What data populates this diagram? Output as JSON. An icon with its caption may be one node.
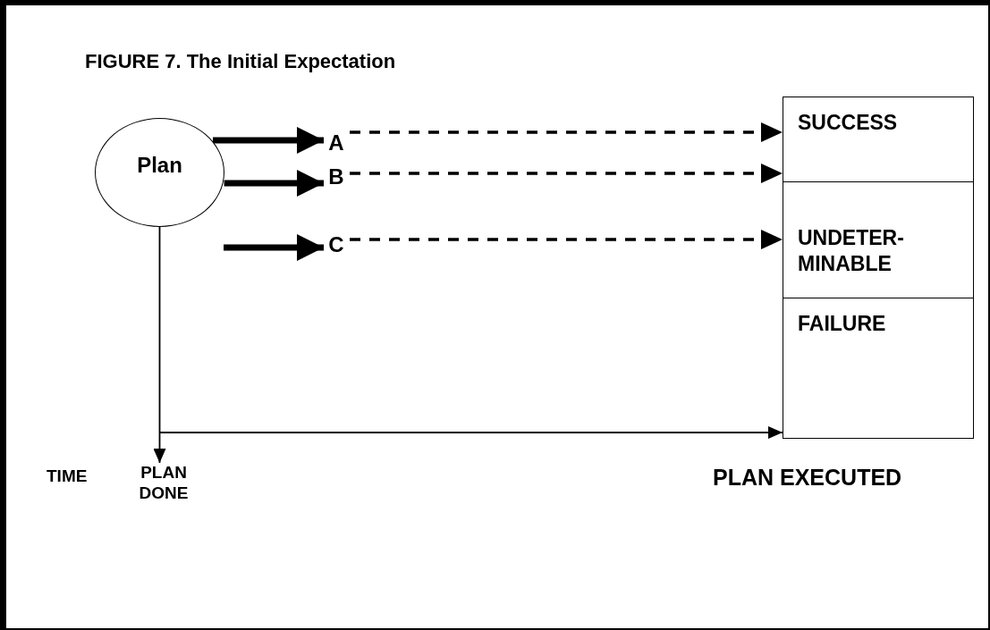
{
  "diagram": {
    "title": "FIGURE 7. The Initial Expectation",
    "nodes": [
      {
        "text": [
          "Plan"
        ]
      },
      {
        "text": [
          "A"
        ]
      },
      {
        "text": [
          "B"
        ]
      },
      {
        "text": [
          "C"
        ]
      },
      {
        "text": [
          "SUCCESS"
        ]
      },
      {
        "text": [
          "UNDETER- MINABLE"
        ]
      },
      {
        "text": [
          "FAILURE"
        ]
      },
      {
        "text": [
          "PLAN DONE"
        ]
      }
    ],
    "edges": [
      {
        "from": 0,
        "to": 1,
        "arrow": "to",
        "style": "thick"
      },
      {
        "from": 0,
        "to": 2,
        "arrow": "to",
        "style": "thick"
      },
      {
        "from": null,
        "to": 3,
        "arrow": "to",
        "style": "thick"
      },
      {
        "from": 1,
        "to": 4,
        "arrow": "to",
        "style": "dashed"
      },
      {
        "from": 2,
        "to": 4,
        "arrow": "to",
        "style": "dashed"
      },
      {
        "from": 3,
        "to": 5,
        "arrow": "to",
        "style": "dashed"
      },
      {
        "from": 0,
        "to": 7,
        "arrow": "to"
      },
      {
        "from": null,
        "to": 6,
        "arrow": "to"
      }
    ],
    "labels": [
      "TIME",
      "PLAN EXECUTED"
    ]
  }
}
